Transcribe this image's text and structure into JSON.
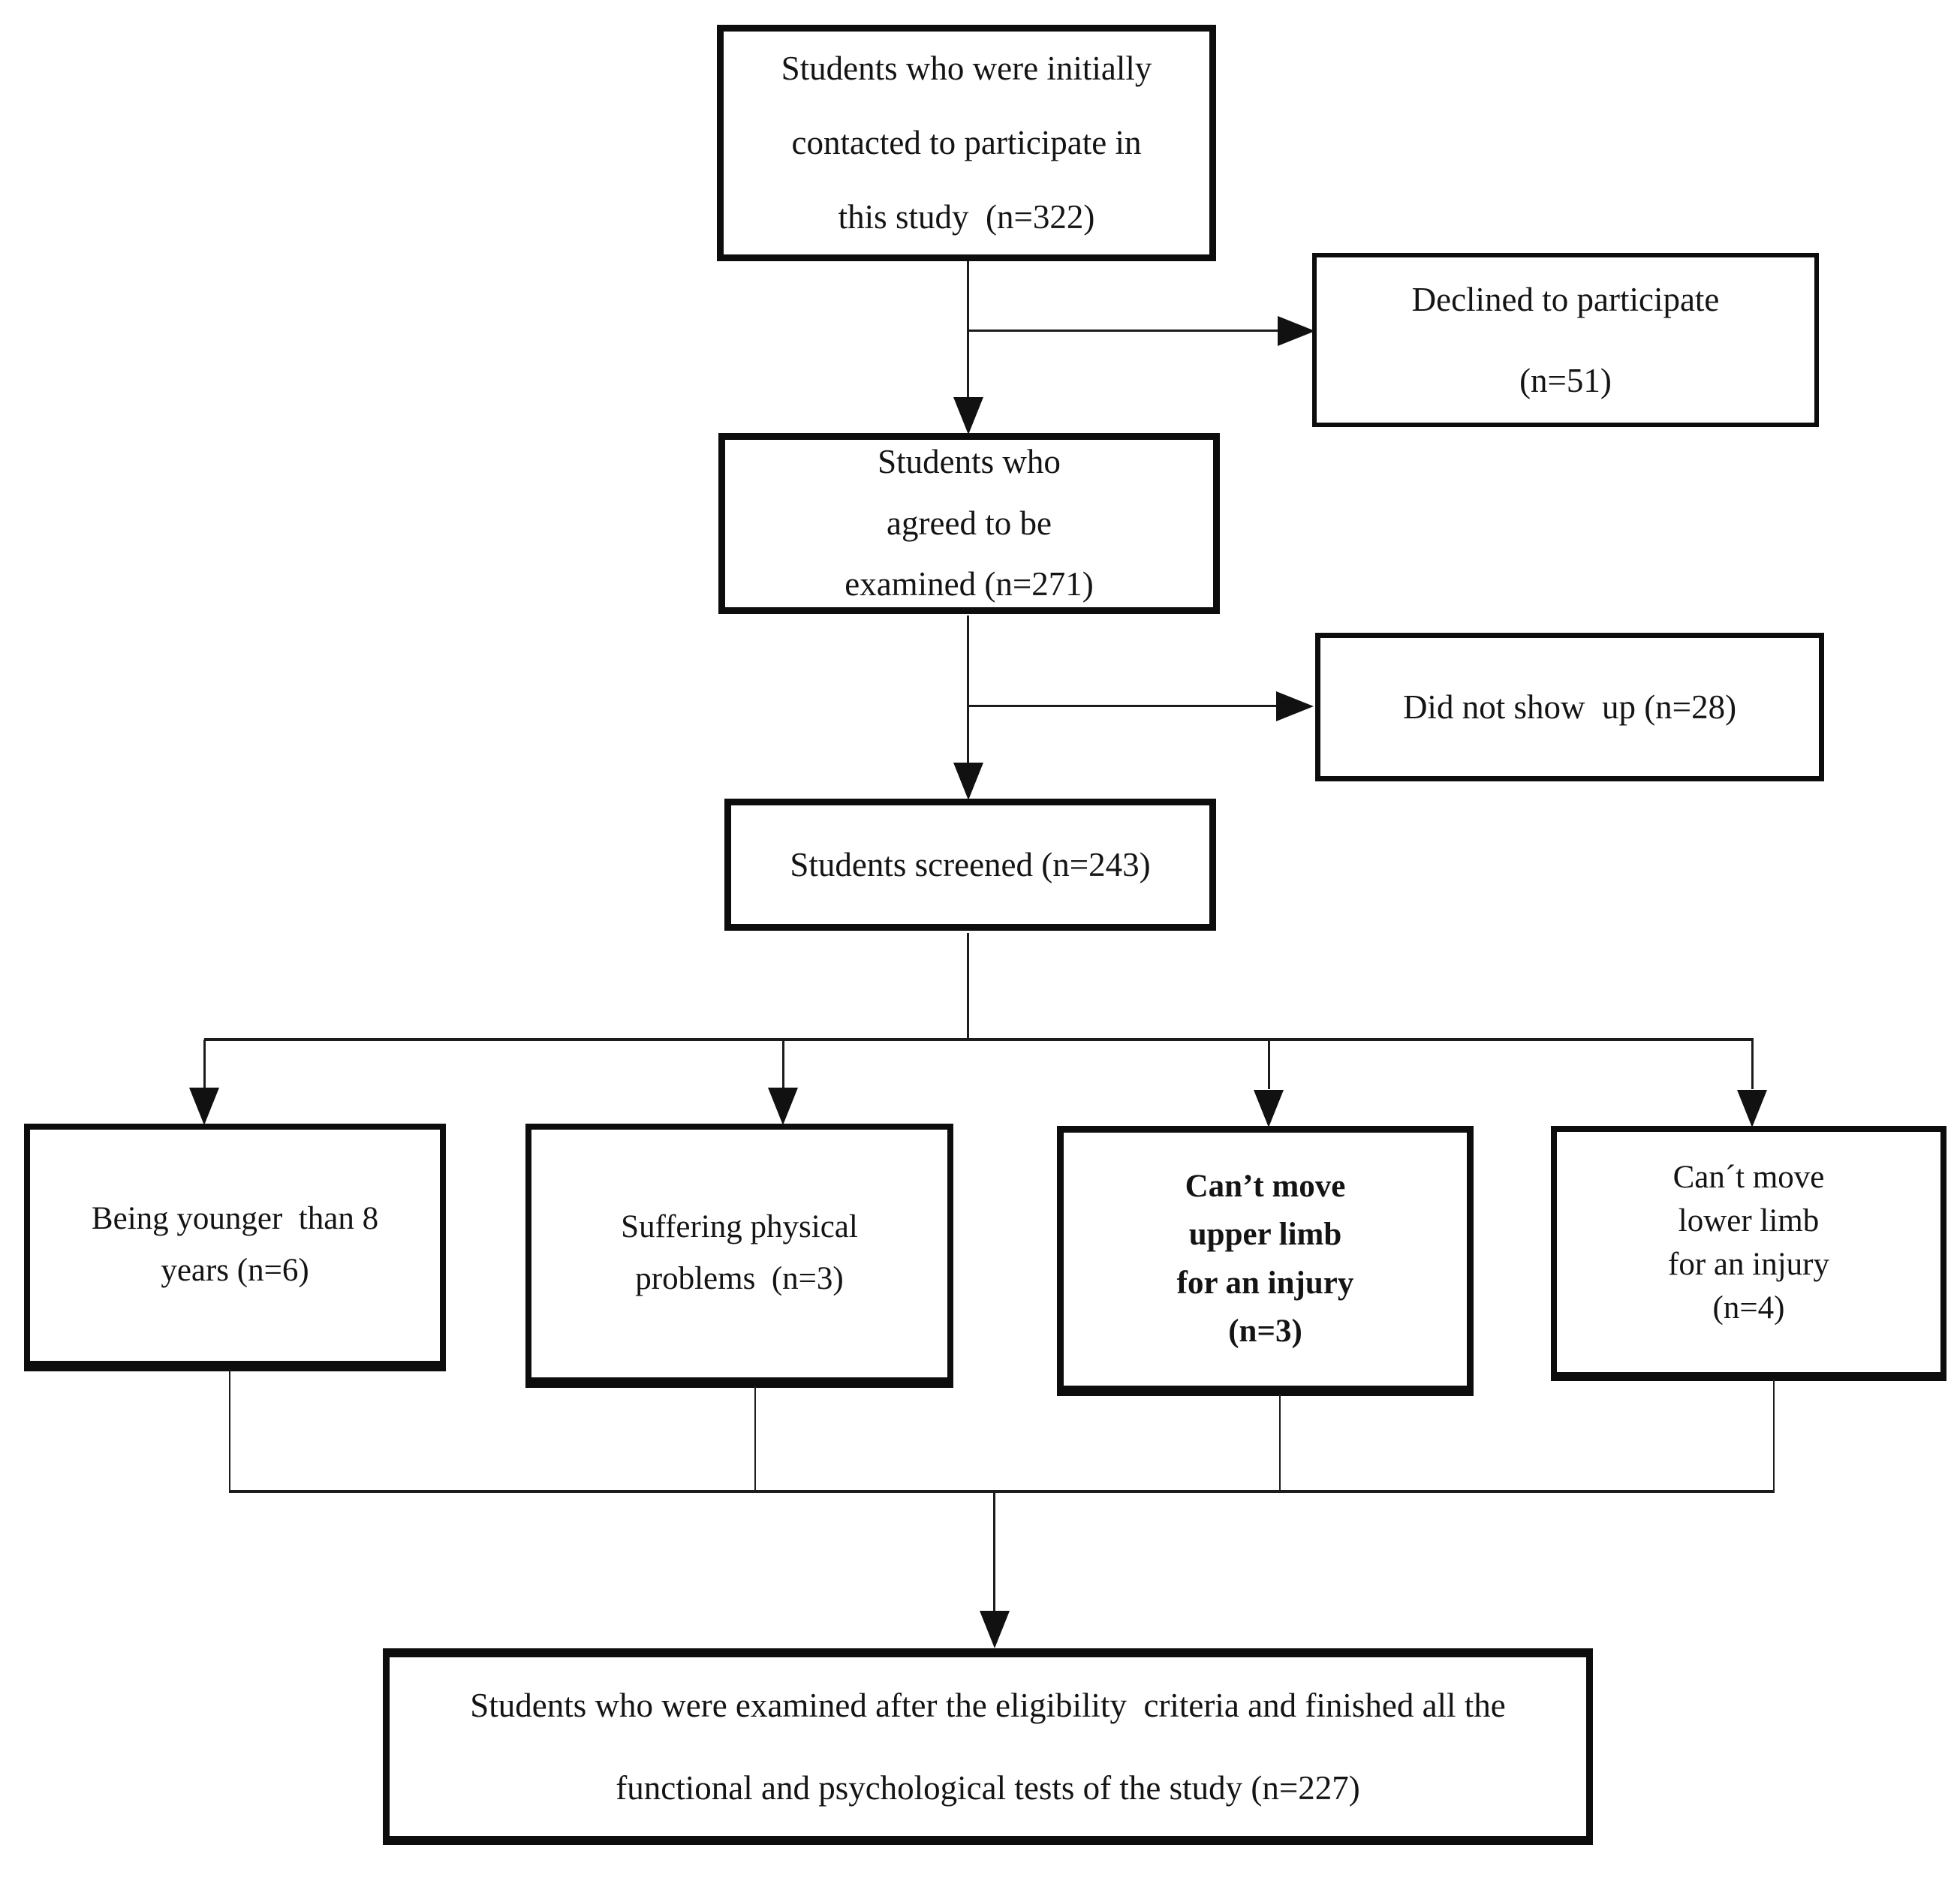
{
  "flowchart": {
    "background": "#ffffff",
    "line_color": "#1c1c1c",
    "box_border_color": "#0d0d0d",
    "text_color": "#141414",
    "nodes": {
      "contacted": {
        "n": 322,
        "label": "Students who were initially contacted to participate in this study (n=322)",
        "lines": [
          "Students who were initially",
          "contacted to participate in",
          "this study  (n=322)"
        ]
      },
      "declined": {
        "n": 51,
        "label": "Declined to participate (n=51)",
        "lines": [
          "Declined to participate",
          "(n=51)"
        ]
      },
      "agreed": {
        "n": 271,
        "label": "Students who agreed to be examined (n=271)",
        "lines": [
          "Students who",
          "agreed to be",
          "examined (n=271)"
        ]
      },
      "no_show": {
        "n": 28,
        "label": "Did not show up (n=28)",
        "lines": [
          "Did not show  up (n=28)"
        ]
      },
      "screened": {
        "n": 243,
        "label": "Students screened (n=243)",
        "lines": [
          "Students screened (n=243)"
        ]
      },
      "younger": {
        "n": 6,
        "label": "Being younger than 8 years (n=6)",
        "lines": [
          "Being younger  than 8",
          "years (n=6)"
        ]
      },
      "physical": {
        "n": 3,
        "label": "Suffering physical problems (n=3)",
        "lines": [
          "Suffering physical",
          "problems  (n=3)"
        ]
      },
      "upper_limb": {
        "n": 3,
        "label": "Can’t move upper limb for an injury (n=3)",
        "lines": [
          "Can’t move",
          "upper limb",
          "for an injury",
          "(n=3)"
        ]
      },
      "lower_limb": {
        "n": 4,
        "label": "Can´t move lower limb for an injury (n=4)",
        "lines": [
          "Can´t move",
          "lower limb",
          "for an injury",
          "(n=4)"
        ]
      },
      "completed": {
        "n": 227,
        "label": "Students who were examined after the eligibility criteria and finished all the functional and psychological tests of the study (n=227)",
        "lines": [
          "Students who were examined after the eligibility  criteria and finished all the",
          "functional and psychological tests of the study (n=227)"
        ]
      }
    },
    "edges": [
      {
        "from": "contacted",
        "to": "agreed"
      },
      {
        "from": "contacted",
        "to": "declined"
      },
      {
        "from": "agreed",
        "to": "screened"
      },
      {
        "from": "agreed",
        "to": "no_show"
      },
      {
        "from": "screened",
        "to": "younger"
      },
      {
        "from": "screened",
        "to": "physical"
      },
      {
        "from": "screened",
        "to": "upper_limb"
      },
      {
        "from": "screened",
        "to": "lower_limb"
      },
      {
        "from": "younger",
        "to": "completed"
      },
      {
        "from": "physical",
        "to": "completed"
      },
      {
        "from": "upper_limb",
        "to": "completed"
      },
      {
        "from": "lower_limb",
        "to": "completed"
      }
    ]
  }
}
